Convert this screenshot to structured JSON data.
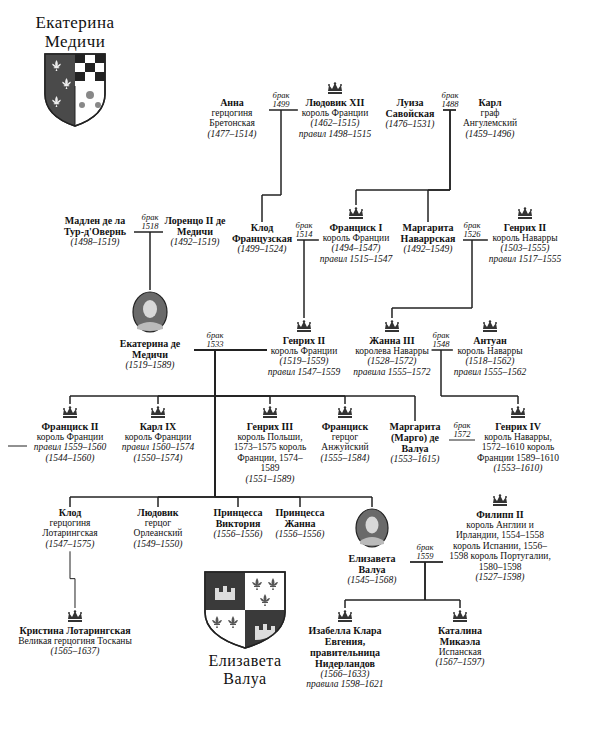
{
  "diagram": {
    "title": "Екатерина Медичи",
    "nodes": [
      {
        "text": [
          "Анна",
          "герцогиня Бретонская",
          "(1477–1514)"
        ]
      },
      {
        "text": [
          "Людовик XII",
          "король Франции",
          "(1462–1515)",
          "правил 1498–1515"
        ]
      },
      {
        "text": [
          "Луиза Савойская",
          "(1476–1531)"
        ]
      },
      {
        "text": [
          "Карл",
          "граф Ангулемский",
          "(1459–1496)"
        ]
      },
      {
        "text": [
          "Мадлен де ла Тур-д'Овернь",
          "(1498–1519)"
        ]
      },
      {
        "text": [
          "Лоренцо II де Медичи",
          "(1492–1519)"
        ]
      },
      {
        "text": [
          "Клод Французская",
          "(1499–1524)"
        ]
      },
      {
        "text": [
          "Франциск I",
          "король Франции",
          "(1494–1547)",
          "правил 1515–1547"
        ]
      },
      {
        "text": [
          "Маргарита Наваррская",
          "(1492–1549)"
        ]
      },
      {
        "text": [
          "Генрих II",
          "король Наварры",
          "(1503–1555)",
          "правил 1517–1555"
        ]
      },
      {
        "text": [
          "Екатерина де Медичи",
          "(1519–1589)"
        ]
      },
      {
        "text": [
          "Генрих II",
          "король Франции",
          "(1519–1559)",
          "правил 1547–1559"
        ]
      },
      {
        "text": [
          "Жанна III",
          "королева Наварры",
          "(1528–1572)",
          "правила 1555–1572"
        ]
      },
      {
        "text": [
          "Антуан",
          "король Наварры",
          "(1518–1562)",
          "правил 1555–1562"
        ]
      },
      {
        "text": [
          "Франциск II",
          "король Франции",
          "правил 1559–1560",
          "(1544–1560)"
        ]
      },
      {
        "text": [
          "Карл IX",
          "король Франции",
          "правил 1560–1574",
          "(1550–1574)"
        ]
      },
      {
        "text": [
          "Генрих III",
          "король Польши, 1573–1575 король Франции, 1574–1589",
          "(1551–1589)"
        ]
      },
      {
        "text": [
          "Франциск",
          "герцог Анжуйский",
          "(1555–1584)"
        ]
      },
      {
        "text": [
          "Маргарита (Марго) де Валуа",
          "(1553–1615)"
        ]
      },
      {
        "text": [
          "Генрих IV",
          "король Наварры, 1572–1610 король Франции 1589–1610",
          "(1553–1610)"
        ]
      },
      {
        "text": [
          "Клод",
          "герцогиня Лотарингская",
          "(1547–1575)"
        ]
      },
      {
        "text": [
          "Людовик",
          "герцог Орлеанский",
          "(1549–1550)"
        ]
      },
      {
        "text": [
          "Принцесса Виктория",
          "(1556–1556)"
        ]
      },
      {
        "text": [
          "Принцесса Жанна",
          "(1556–1556)"
        ]
      },
      {
        "text": [
          "Елизавета Валуа",
          "(1545–1568)"
        ]
      },
      {
        "text": [
          "Филипп II",
          "король Англии и Ирландии, 1554–1558 король Испании, 1556–1598 король Португалии, 1580–1598",
          "(1527–1598)"
        ]
      },
      {
        "text": [
          "Кристина Лотарингская",
          "Великая герцогиня Тосканы",
          "(1565–1637)"
        ]
      },
      {
        "text": [
          "Изабелла Клара Евгения, правительница Нидерландов",
          "(1566–1633)",
          "правила 1598–1621"
        ]
      },
      {
        "text": [
          "Каталина Микаэла",
          "Испанская",
          "(1567–1597)"
        ]
      }
    ],
    "edges": [
      {
        "from": 0,
        "to": 1,
        "arrow": "none",
        "label": "брак 1499"
      },
      {
        "from": 2,
        "to": 3,
        "arrow": "none",
        "label": "брак 1488"
      },
      {
        "from": 4,
        "to": 5,
        "arrow": "none",
        "label": "брак 1518"
      },
      {
        "from": 6,
        "to": 7,
        "arrow": "none",
        "label": "брак 1514"
      },
      {
        "from": 8,
        "to": 9,
        "arrow": "none",
        "label": "брак 1526"
      },
      {
        "from": 10,
        "to": 11,
        "arrow": "none",
        "label": "брак 1533"
      },
      {
        "from": 12,
        "to": 13,
        "arrow": "none",
        "label": "брак 1548"
      },
      {
        "from": 18,
        "to": 19,
        "arrow": "none",
        "label": "брак 1572"
      },
      {
        "from": 24,
        "to": 25,
        "arrow": "none",
        "label": "брак 1559"
      },
      {
        "from": 0,
        "to": 6,
        "arrow": "none"
      },
      {
        "from": 1,
        "to": 6,
        "arrow": "none"
      },
      {
        "from": 2,
        "to": 7,
        "arrow": "none"
      },
      {
        "from": 3,
        "to": 7,
        "arrow": "none"
      },
      {
        "from": 2,
        "to": 8,
        "arrow": "none"
      },
      {
        "from": 3,
        "to": 8,
        "arrow": "none"
      },
      {
        "from": 4,
        "to": 10,
        "arrow": "none"
      },
      {
        "from": 5,
        "to": 10,
        "arrow": "none"
      },
      {
        "from": 6,
        "to": 11,
        "arrow": "none"
      },
      {
        "from": 7,
        "to": 11,
        "arrow": "none"
      },
      {
        "from": 8,
        "to": 12,
        "arrow": "none"
      },
      {
        "from": 9,
        "to": 12,
        "arrow": "none"
      },
      {
        "from": 10,
        "to": 14,
        "arrow": "none"
      },
      {
        "from": 11,
        "to": 14,
        "arrow": "none"
      },
      {
        "from": 10,
        "to": 15,
        "arrow": "none"
      },
      {
        "from": 11,
        "to": 15,
        "arrow": "none"
      },
      {
        "from": 10,
        "to": 16,
        "arrow": "none"
      },
      {
        "from": 11,
        "to": 16,
        "arrow": "none"
      },
      {
        "from": 10,
        "to": 17,
        "arrow": "none"
      },
      {
        "from": 11,
        "to": 17,
        "arrow": "none"
      },
      {
        "from": 10,
        "to": 18,
        "arrow": "none"
      },
      {
        "from": 11,
        "to": 18,
        "arrow": "none"
      },
      {
        "from": 10,
        "to": 20,
        "arrow": "none"
      },
      {
        "from": 11,
        "to": 20,
        "arrow": "none"
      },
      {
        "from": 10,
        "to": 21,
        "arrow": "none"
      },
      {
        "from": 11,
        "to": 21,
        "arrow": "none"
      },
      {
        "from": 10,
        "to": 22,
        "arrow": "none"
      },
      {
        "from": 11,
        "to": 22,
        "arrow": "none"
      },
      {
        "from": 10,
        "to": 23,
        "arrow": "none"
      },
      {
        "from": 11,
        "to": 23,
        "arrow": "none"
      },
      {
        "from": 10,
        "to": 24,
        "arrow": "none"
      },
      {
        "from": 11,
        "to": 24,
        "arrow": "none"
      },
      {
        "from": 12,
        "to": 19,
        "arrow": "none"
      },
      {
        "from": 13,
        "to": 19,
        "arrow": "none"
      },
      {
        "from": 20,
        "to": 26,
        "arrow": "none"
      },
      {
        "from": 24,
        "to": 27,
        "arrow": "none"
      },
      {
        "from": 25,
        "to": 27,
        "arrow": "none"
      },
      {
        "from": 24,
        "to": 28,
        "arrow": "none"
      },
      {
        "from": 25,
        "to": 28,
        "arrow": "none"
      }
    ],
    "labels": [
      "Елизавета Валуа"
    ]
  }
}
